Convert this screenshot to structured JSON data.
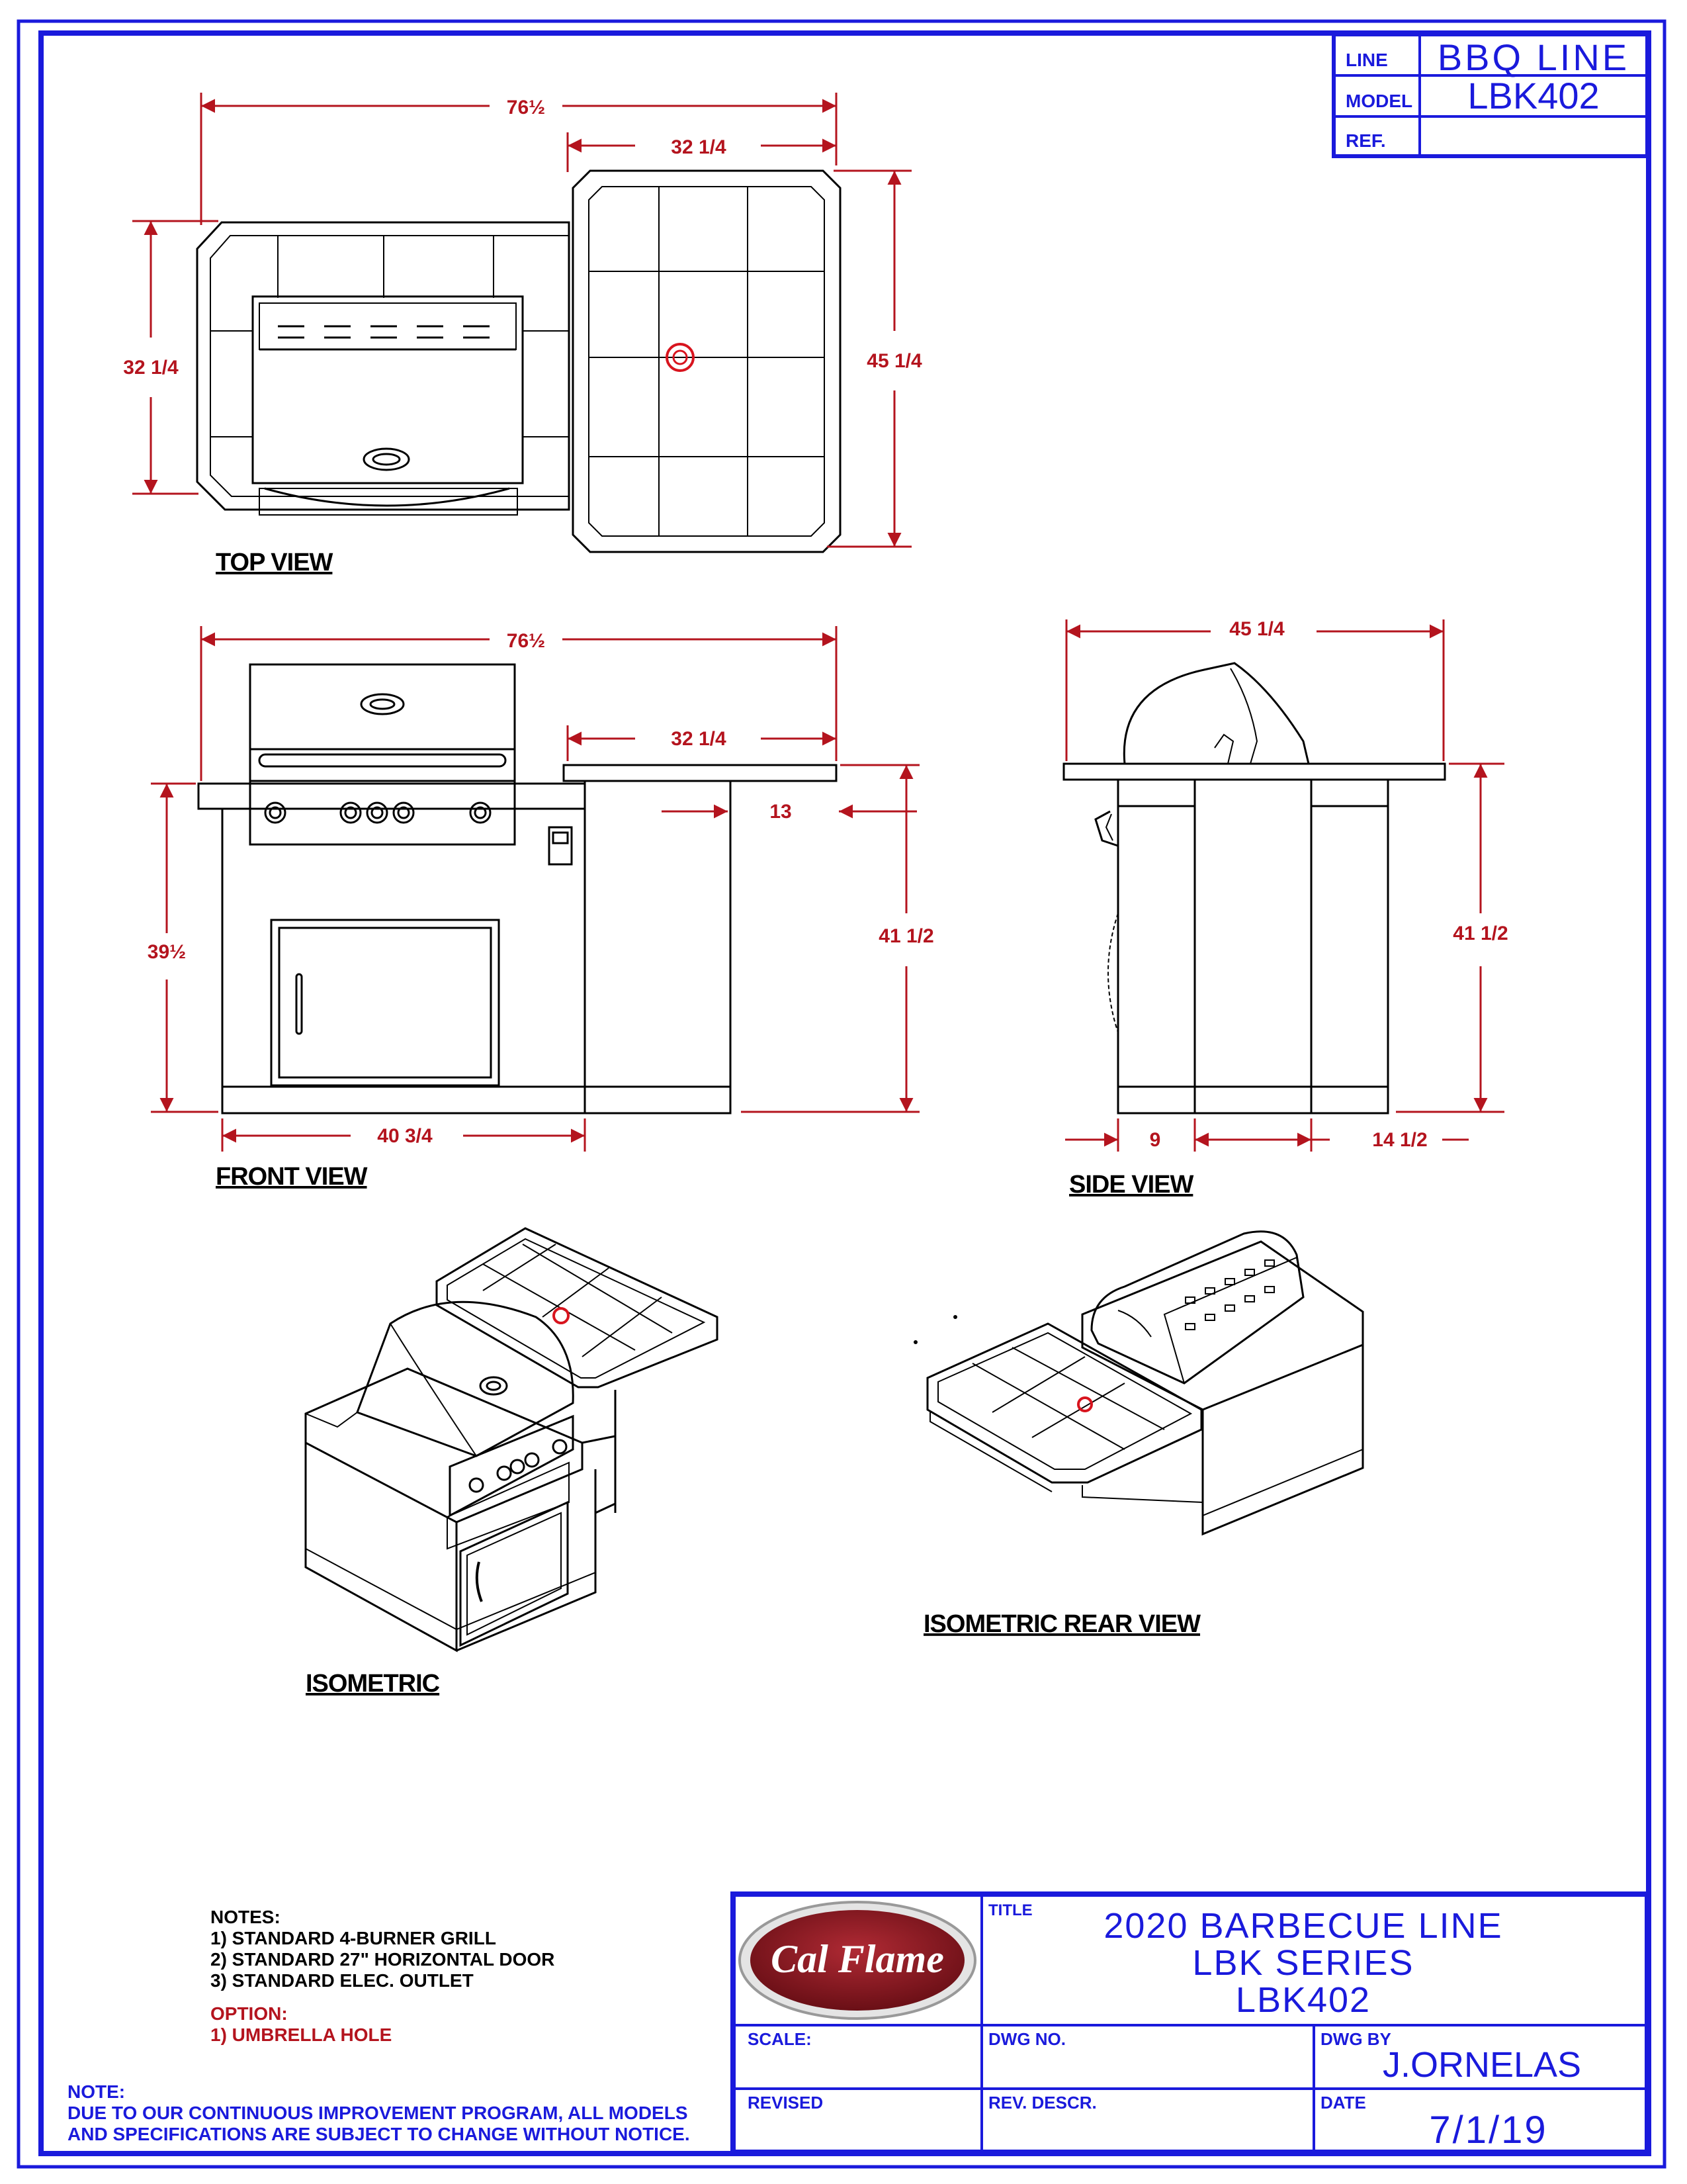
{
  "title_block_top": {
    "line_label": "LINE",
    "line_value": "BBQ LINE",
    "model_label": "MODEL",
    "model_value": "LBK402",
    "ref_label": "REF."
  },
  "dimensions": {
    "top_overall_width": "76½",
    "top_counter_width": "32 1/4",
    "top_grill_depth": "32 1/4",
    "top_counter_depth": "45 1/4",
    "front_overall_width": "76½",
    "front_counter_width": "32 1/4",
    "front_overhang": "13",
    "front_grill_height": "39½",
    "front_counter_height": "41 1/2",
    "front_base_width": "40 3/4",
    "side_depth": "45 1/4",
    "side_height": "41 1/2",
    "side_left": "9",
    "side_right": "14 1/2"
  },
  "view_labels": {
    "top": "TOP VIEW",
    "front": "FRONT VIEW",
    "side": "SIDE VIEW",
    "isometric": "ISOMETRIC",
    "iso_rear": "ISOMETRIC REAR VIEW"
  },
  "notes": {
    "heading": "NOTES:",
    "items": [
      "1) STANDARD 4-BURNER GRILL",
      "2) STANDARD 27\" HORIZONTAL DOOR",
      "3) STANDARD ELEC. OUTLET"
    ],
    "option_heading": "OPTION:",
    "option_items": [
      "1) UMBRELLA HOLE"
    ],
    "disclaimer_heading": "NOTE:",
    "disclaimer_lines": [
      "DUE TO OUR CONTINUOUS IMPROVEMENT PROGRAM, ALL MODELS",
      "AND SPECIFICATIONS ARE SUBJECT TO CHANGE WITHOUT NOTICE."
    ]
  },
  "title_block": {
    "logo_text": "Cal Flame",
    "title_label": "TITLE",
    "title_lines": [
      "2020 BARBECUE LINE",
      "LBK SERIES",
      "LBK402"
    ],
    "scale_label": "SCALE:",
    "dwg_no_label": "DWG NO.",
    "dwg_by_label": "DWG BY",
    "dwg_by_value": "J.ORNELAS",
    "revised_label": "REVISED",
    "rev_descr_label": "REV. DESCR.",
    "date_label": "DATE",
    "date_value": "7/1/19"
  },
  "colors": {
    "border": "#1a1adc",
    "dimension": "#b4141e",
    "linework": "#000000",
    "logo": "#8c1c24"
  }
}
